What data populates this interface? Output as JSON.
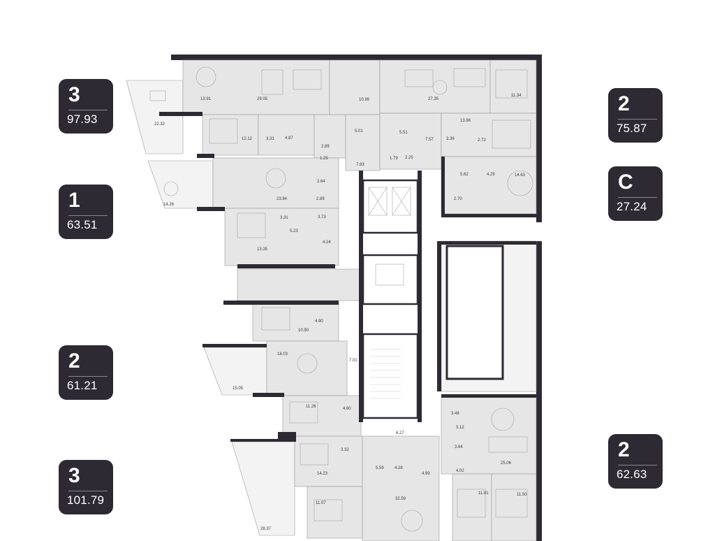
{
  "badges": [
    {
      "rooms": "3",
      "area": "97.93"
    },
    {
      "rooms": "1",
      "area": "63.51"
    },
    {
      "rooms": "2",
      "area": "61.21"
    },
    {
      "rooms": "3",
      "area": "101.79"
    },
    {
      "rooms": "2",
      "area": "75.87"
    },
    {
      "rooms": "C",
      "area": "27.24"
    },
    {
      "rooms": "2",
      "area": "62.63"
    }
  ],
  "room_labels": [
    "13.91",
    "29.05",
    "10.99",
    "27.35",
    "11.34",
    "22.32",
    "12.12",
    "3.31",
    "4.87",
    "2.89",
    "5.01",
    "5.51",
    "7.57",
    "13.98",
    "3.36",
    "2.72",
    "1.25",
    "7.83",
    "1.79",
    "2.25",
    "5.62",
    "4.29",
    "14.63",
    "2.64",
    "23.84",
    "2.89",
    "2.70",
    "14.26",
    "3.31",
    "3.73",
    "5.23",
    "4.24",
    "13.35",
    "10.90",
    "4.90",
    "18.03",
    "7.01",
    "15.05",
    "11.26",
    "4.60",
    "3.48",
    "3.12",
    "6.27",
    "3.64",
    "3.32",
    "25.06",
    "14.23",
    "5.59",
    "4.28",
    "4.02",
    "4.99",
    "11.81",
    "11.50",
    "32.59",
    "11.07",
    "28.37"
  ]
}
